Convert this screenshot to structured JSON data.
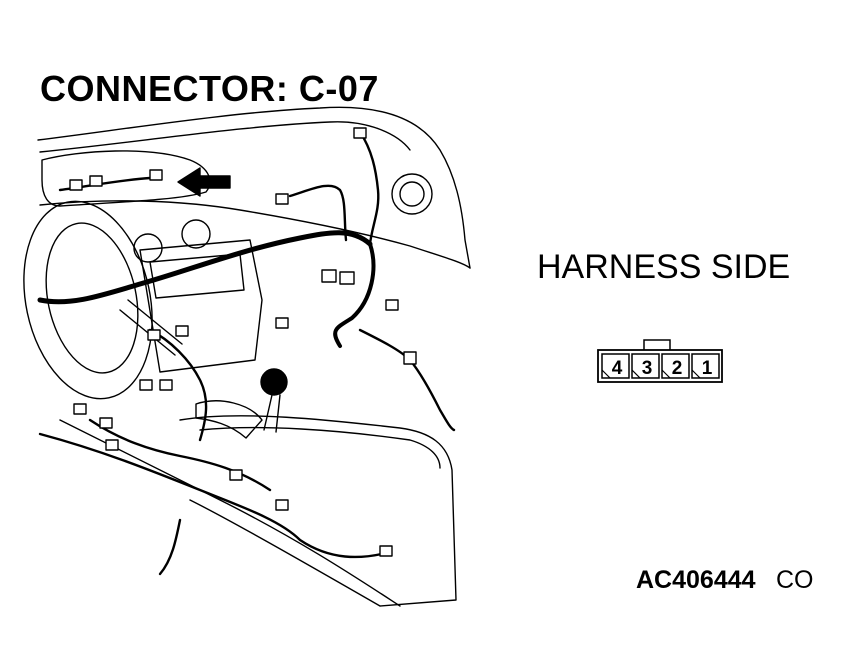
{
  "diagram": {
    "title": "CONNECTOR: C-07",
    "side_label": "HARNESS SIDE",
    "reference_code": "AC406444",
    "reference_suffix": "CO",
    "connector_pins": [
      "4",
      "3",
      "2",
      "1"
    ]
  }
}
